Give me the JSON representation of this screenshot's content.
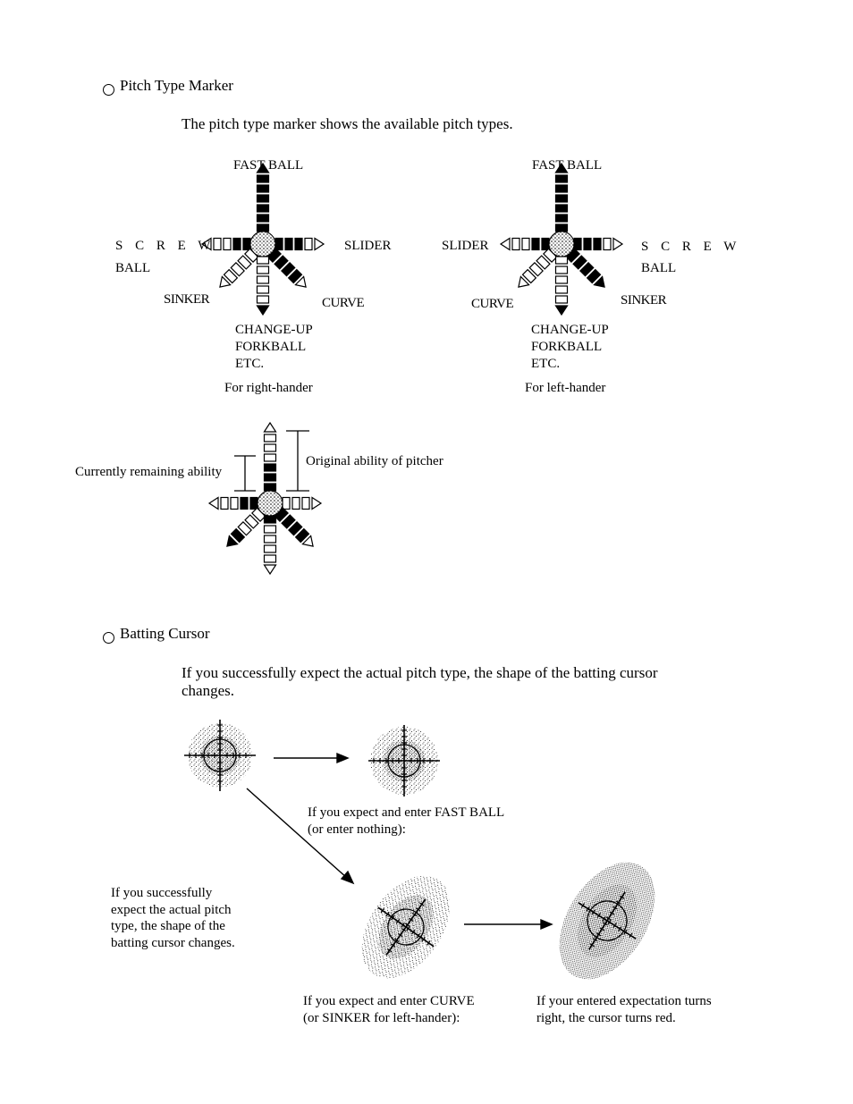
{
  "sections": {
    "pitch_type": {
      "heading": "Pitch Type Marker",
      "intro": "The pitch type marker shows the available pitch types."
    },
    "batting_cursor": {
      "heading": "Batting Cursor",
      "intro_line1": "If you successfully expect the actual pitch type, the shape of the batting cursor",
      "intro_line2": "changes."
    }
  },
  "right_hander": {
    "fast_ball": "FAST BALL",
    "screw": "S C R E W",
    "ball": "BALL",
    "slider": "SLIDER",
    "sinker": "SINKER",
    "curve": "CURVE",
    "changeup_1": "CHANGE-UP",
    "changeup_2": "FORKBALL",
    "changeup_3": "ETC.",
    "caption": "For right-hander"
  },
  "left_hander": {
    "fast_ball": "FAST BALL",
    "screw": "S C R E W",
    "ball": "BALL",
    "slider": "SLIDER",
    "sinker": "SINKER",
    "curve": "CURVE",
    "changeup_1": "CHANGE-UP",
    "changeup_2": "FORKBALL",
    "changeup_3": "ETC.",
    "caption": "For left-hander"
  },
  "ability": {
    "remaining": "Currently remaining ability",
    "original": "Original ability of pitcher"
  },
  "cursor_notes": {
    "fastball_1": "If you expect and enter FAST BALL",
    "fastball_2": "(or enter nothing):",
    "success_1": "If you successfully",
    "success_2": "expect the actual pitch",
    "success_3": "type, the shape of the",
    "success_4": "batting cursor changes.",
    "curve_1": "If you expect and enter CURVE",
    "curve_2": "(or SINKER for left-hander):",
    "red_1": "If your entered expectation turns",
    "red_2": "right, the cursor turns red."
  }
}
